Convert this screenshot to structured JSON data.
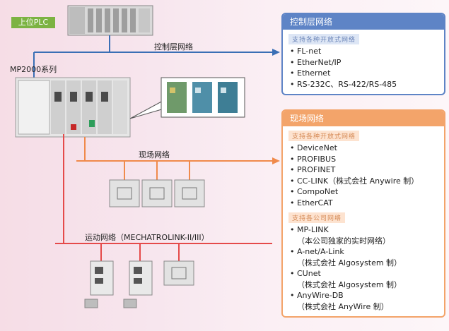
{
  "upper_plc_label": "上位PLC",
  "mp2000_label": "MP2000系列",
  "control_network_label": "控制层网络",
  "field_network_label": "现场网络",
  "motion_network_label": "运动网络（MECHATROLINK-II/III）",
  "colors": {
    "control_line": "#3a6fb5",
    "field_line": "#f08a4b",
    "motion_line": "#e54a4a",
    "blue_panel": "#5e84c6",
    "orange_panel": "#f3a46a",
    "plc_tag": "#7cb342"
  },
  "control_panel": {
    "title": "控制层网络",
    "subtitle": "支持各种开放式网络",
    "items": [
      "FL-net",
      "EtherNet/IP",
      "Ethernet",
      "RS-232C、RS-422/RS-485"
    ]
  },
  "field_panel": {
    "title": "现场网络",
    "subtitle_open": "支持各种开放式网络",
    "open_items": [
      "DeviceNet",
      "PROFIBUS",
      "PROFINET",
      "CC-LINK（株式会社 Anywire 制）",
      "CompoNet",
      "EtherCAT"
    ],
    "subtitle_company": "支持各公司网络",
    "company_items": [
      {
        "name": "MP-LINK",
        "note": "（本公司独家的实时网络）"
      },
      {
        "name": "A-net/A-Link",
        "note": "（株式会社 Algosystem 制）"
      },
      {
        "name": "CUnet",
        "note": "（株式会社 Algosystem 制）"
      },
      {
        "name": "AnyWire-DB",
        "note": "（株式会社 AnyWire 制）"
      }
    ]
  }
}
